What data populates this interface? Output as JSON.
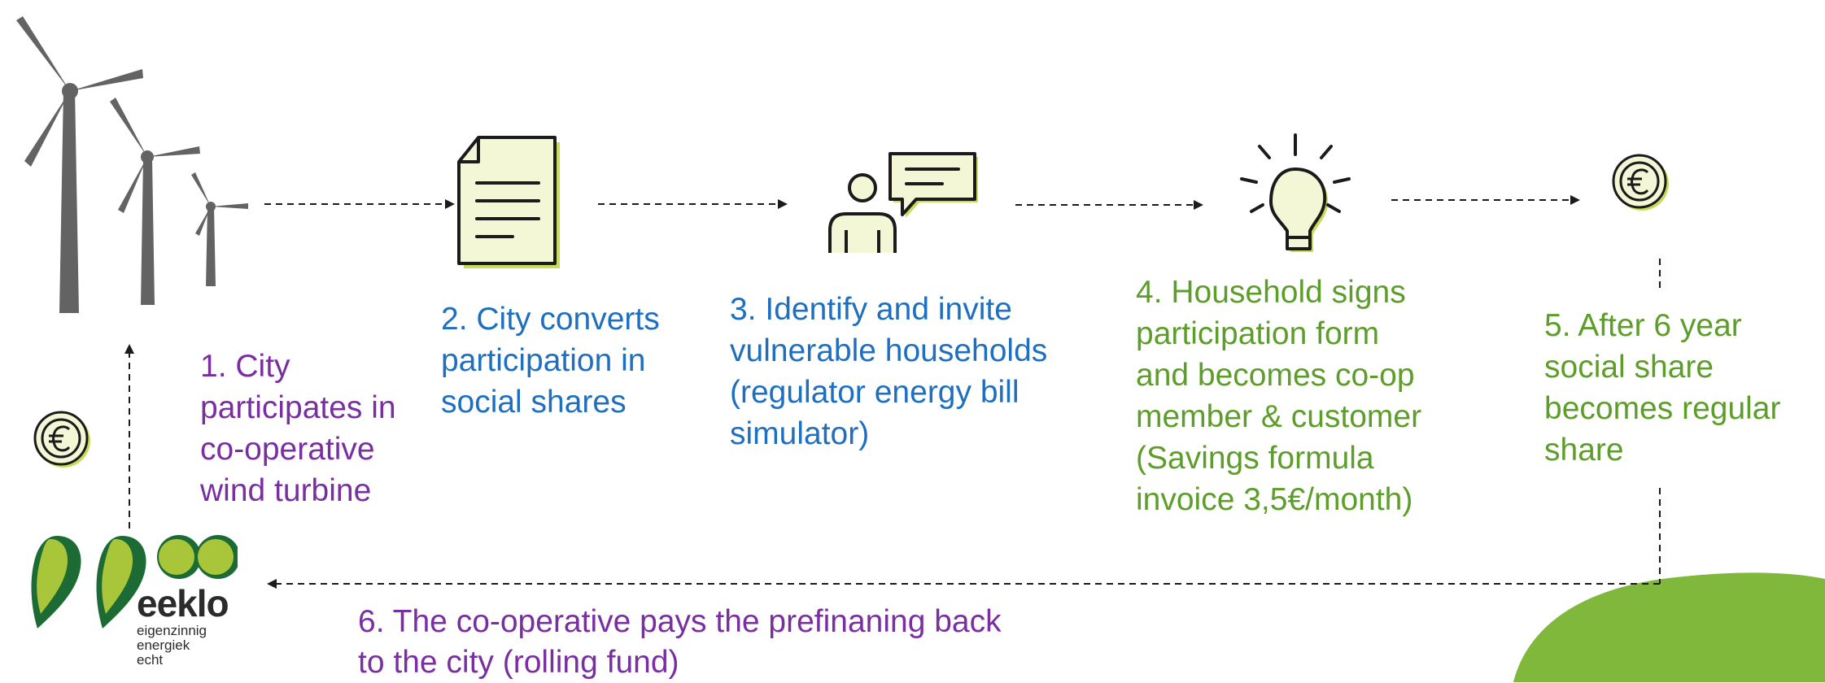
{
  "colors": {
    "purple": "#7a2fa0",
    "blue": "#1f6fc0",
    "green": "#5d9e2a",
    "turbine": "#636363",
    "icon_stroke": "#1b1b1b",
    "icon_fill": "#f3f7d6",
    "icon_shadow": "#c9dc5a",
    "logo_dark": "#1c6b34",
    "logo_light": "#a9c63a",
    "blob": "#7fb83a"
  },
  "icons": {
    "turbine": "wind-turbine-icon",
    "document": "document-icon",
    "person": "person-speech-icon",
    "bulb": "lightbulb-icon",
    "euro": "euro-coin-icon"
  },
  "steps": [
    {
      "text": "1. City\nparticipates in\nco-operative\nwind turbine"
    },
    {
      "text": "2. City converts\nparticipation in\nsocial shares"
    },
    {
      "text": "3. Identify and invite\nvulnerable households\n(regulator energy bill\nsimulator)"
    },
    {
      "text": "4. Household signs\nparticipation form\nand becomes co-op\nmember & customer\n(Savings formula\ninvoice 3,5€/month)"
    },
    {
      "text": "5. After 6 year\nsocial share\nbecomes regular\nshare"
    },
    {
      "text": "6. The co-operative pays the prefinaning back\nto the city (rolling fund)"
    }
  ],
  "logo": {
    "name": "eeklo",
    "tagline": [
      "eigenzinnig",
      "energiek",
      "echt"
    ]
  }
}
